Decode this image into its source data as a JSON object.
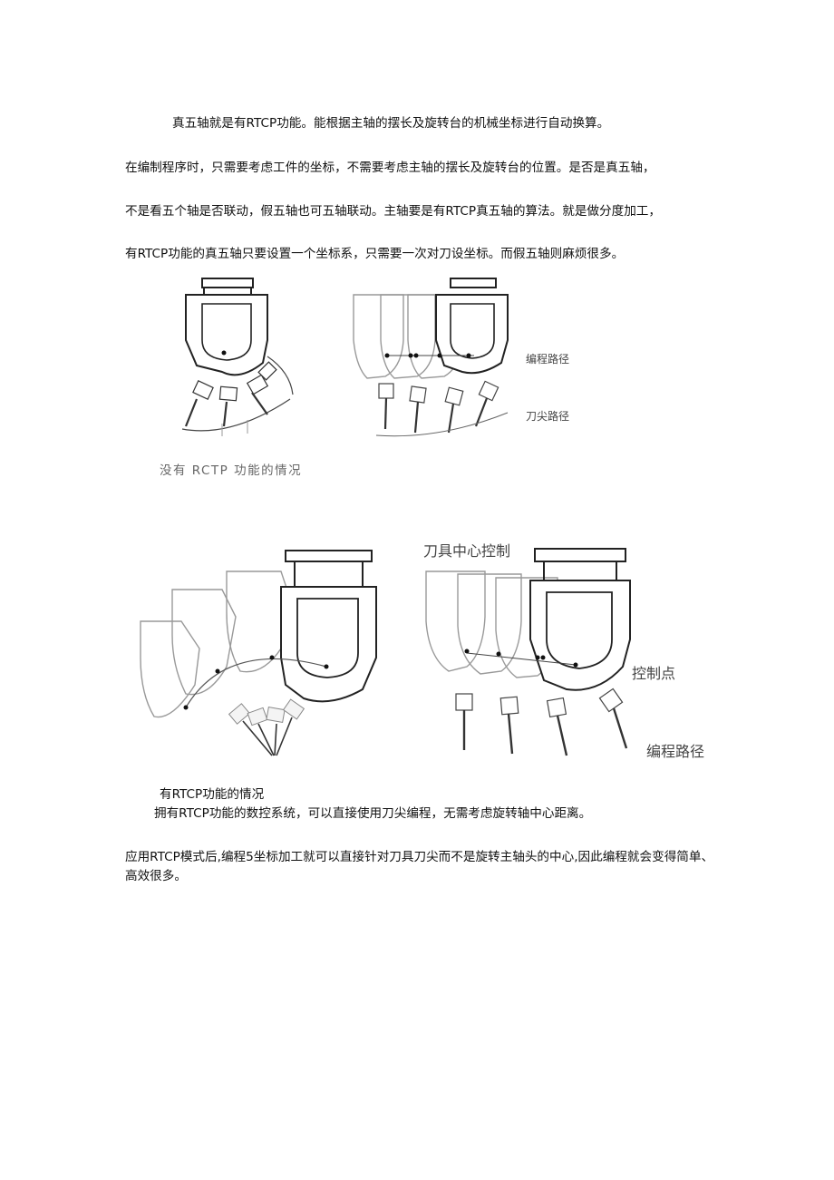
{
  "paragraphs": {
    "p1": "真五轴就是有RTCP功能。能根据主轴的摆长及旋转台的机械坐标进行自动换算。",
    "p2": "在编制程序时，只需要考虑工件的坐标，不需要考虑主轴的摆长及旋转台的位置。是否是真五轴，",
    "p3": "不是看五个轴是否联动，假五轴也可五轴联动。主轴要是有RTCP真五轴的算法。就是做分度加工，",
    "p4": "有RTCP功能的真五轴只要设置一个坐标系，只需要一次对刀设坐标。而假五轴则麻烦很多。",
    "p5": "有RTCP功能的情况",
    "p6": "拥有RTCP功能的数控系统，可以直接使用刀尖编程，无需考虑旋转轴中心距离。",
    "p7": "应用RTCP模式后,编程5坐标加工就可以直接针对刀具刀尖而不是旋转主轴头的中心,因此编程就会变得简单、高效很多。"
  },
  "figures": {
    "fig1": {
      "label_path": "编程路径",
      "label_tip": "刀尖路径",
      "caption": "没有 RCTP 功能的情况"
    },
    "fig2": {
      "title": "刀具中心控制",
      "label_point": "控制点",
      "label_path": "编程路径"
    }
  }
}
